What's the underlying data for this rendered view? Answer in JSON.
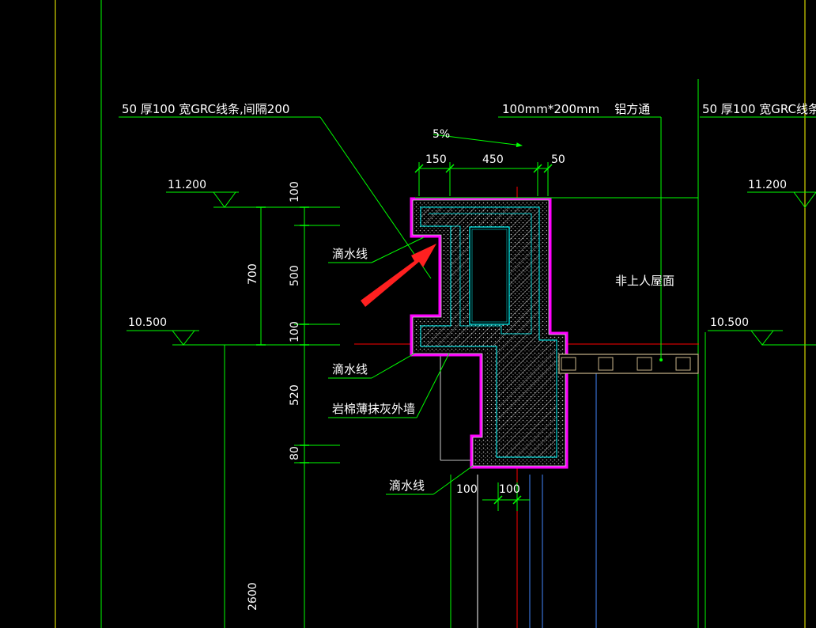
{
  "colors": {
    "background": "#000000",
    "dimension_green": "#00ff00",
    "leader_green": "#00ff00",
    "wall_cyan": "#00ffff",
    "finish_magenta": "#ff00ff",
    "center_red": "#ff0000",
    "yellow_grid": "#ffff00",
    "tan_gutter": "#c8b48a",
    "white_text": "#ffffff"
  },
  "annotations": {
    "grc_left": "50 厚100 宽GRC线条,间隔200",
    "grc_right": "50 厚100 宽GRC线条",
    "aluminum": "100mm*200mm    铝方通",
    "slope": "5%",
    "roof": "非上人屋面",
    "drip_1": "滴水线",
    "drip_2": "滴水线",
    "drip_3": "滴水线",
    "wall": "岩棉薄抹灰外墙"
  },
  "levels": {
    "l1_left": "11.200",
    "l1_right": "11.200",
    "l2_left": "10.500",
    "l2_right": "10.500"
  },
  "dimensions": {
    "top_150": "150",
    "top_450": "450",
    "top_50": "50",
    "v_700": "700",
    "v_100a": "100",
    "v_500": "500",
    "v_100b": "100",
    "v_520": "520",
    "v_80": "80",
    "v_2600": "2600",
    "b_100a": "100",
    "b_100b": "100"
  }
}
